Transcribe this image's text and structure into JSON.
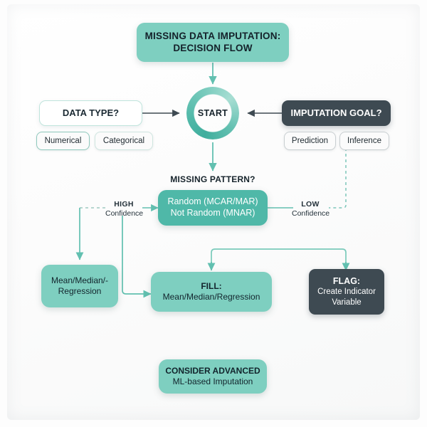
{
  "diagram": {
    "title": "MISSING DATA IMPUTATION:",
    "title_line2": "DECISION FLOW",
    "background": "#fdfdfd",
    "accent_teal": "#7ecfc0",
    "accent_teal_deep": "#4fb8a8",
    "accent_slate": "#3e4a52"
  },
  "nodes": {
    "start": {
      "label": "START"
    },
    "data_type": {
      "label": "DATA TYPE?"
    },
    "imputation_goal": {
      "label": "IMPUTATION GOAL?"
    },
    "missing_pattern_title": {
      "label": "MISSING PATTERN?"
    },
    "missing_pattern_box": {
      "line1": "Random (MCAR/MAR)",
      "line2": "Not Random (MNAR)"
    },
    "mean_median_regression": {
      "line1": "Mean/Median/-",
      "line2": "Regression"
    },
    "fill": {
      "head": "FILL:",
      "body": "Mean/Median/Regression"
    },
    "flag": {
      "head": "FLAG:",
      "body_line1": "Create Indicator",
      "body_line2": "Variable"
    },
    "consider_advanced": {
      "head": "CONSIDER ADVANCED",
      "body": "ML-based Imputation"
    }
  },
  "chips": {
    "data_type_options": [
      {
        "label": "Numerical",
        "selected": true
      },
      {
        "label": "Categorical",
        "selected": false
      }
    ],
    "goal_options": [
      {
        "label": "Prediction",
        "selected": false
      },
      {
        "label": "Inference",
        "selected": true
      }
    ]
  },
  "edge_labels": {
    "high_confidence": {
      "top": "HIGH",
      "bottom": "Confidence"
    },
    "low_confidence": {
      "top": "LOW",
      "bottom": "Confidence"
    }
  }
}
